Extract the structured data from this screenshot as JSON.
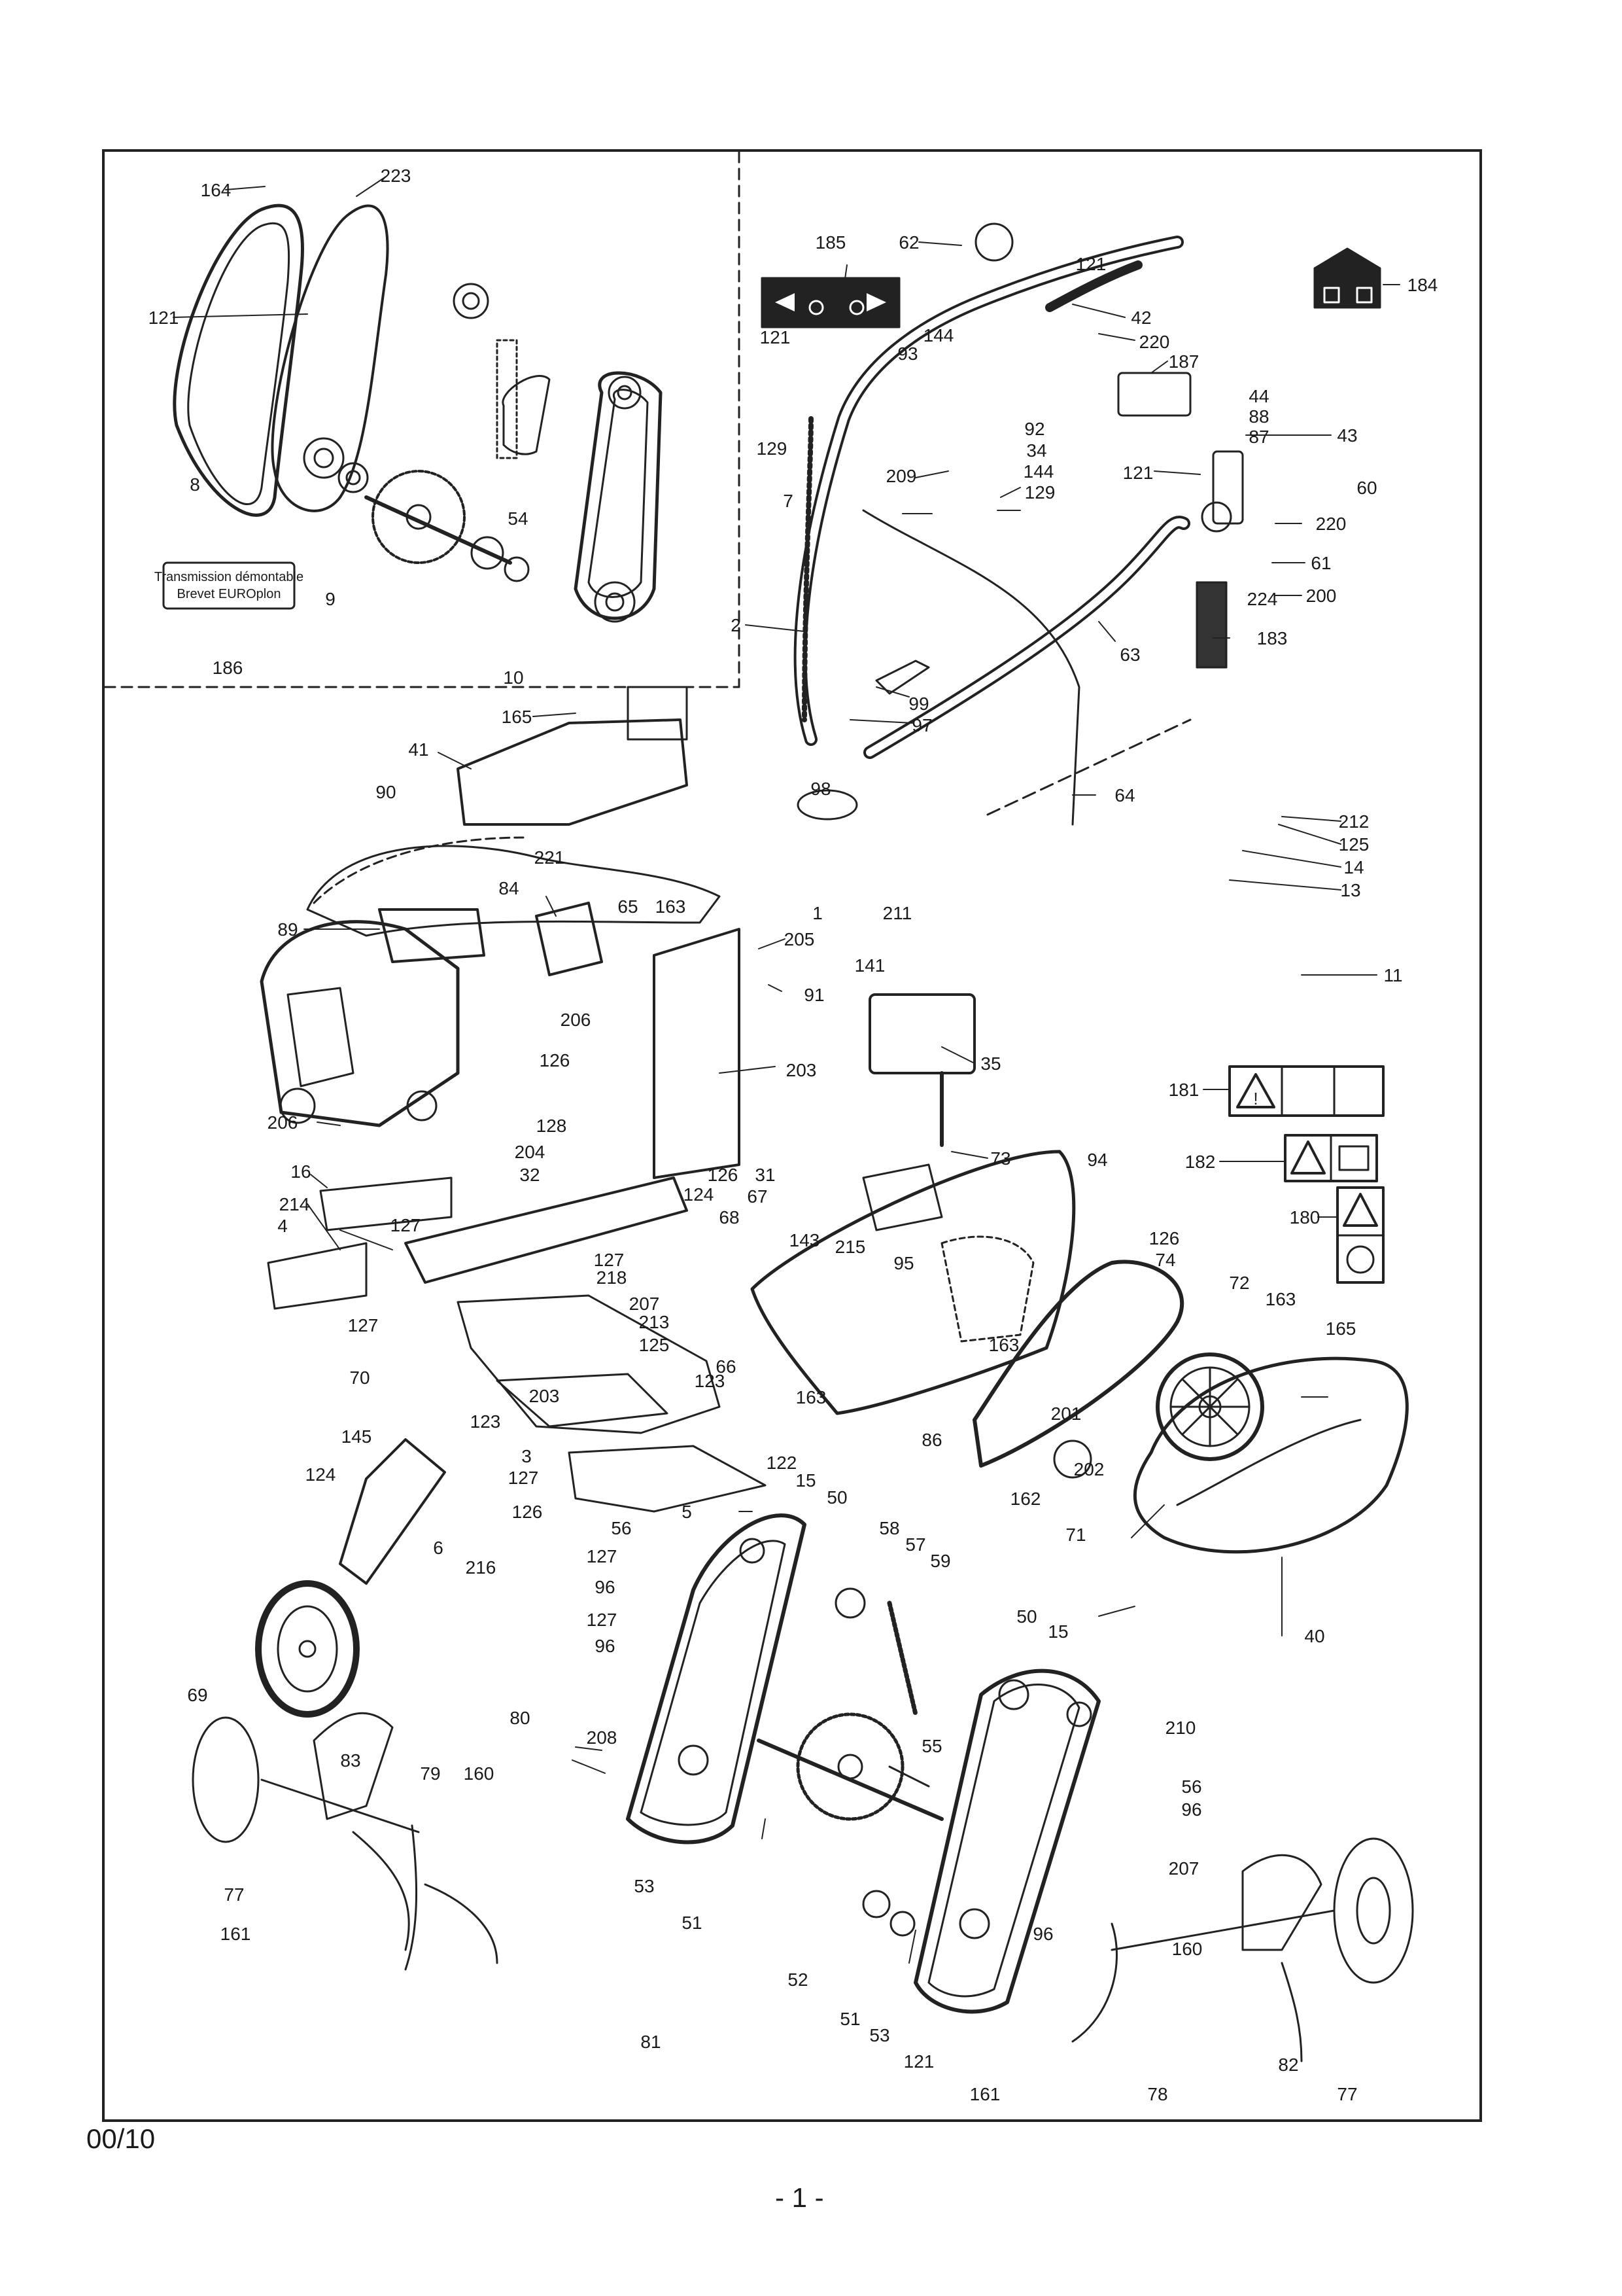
{
  "revision": "00/10",
  "page_number": "- 1 -",
  "inset_label_text": [
    "Transmission démontable",
    "Brevet EUROplon"
  ],
  "warning_icons": [
    "warning-triangle-icon",
    "operator-manual-icon",
    "rotating-blades-icon"
  ],
  "callouts": [
    {
      "id": "c164",
      "text": "164"
    },
    {
      "id": "c223",
      "text": "223"
    },
    {
      "id": "c121a",
      "text": "121"
    },
    {
      "id": "c8",
      "text": "8"
    },
    {
      "id": "c9",
      "text": "9"
    },
    {
      "id": "c186",
      "text": "186"
    },
    {
      "id": "c54",
      "text": "54"
    },
    {
      "id": "c10",
      "text": "10"
    },
    {
      "id": "c185",
      "text": "185"
    },
    {
      "id": "c62",
      "text": "62"
    },
    {
      "id": "c121b",
      "text": "121"
    },
    {
      "id": "c184",
      "text": "184"
    },
    {
      "id": "c42",
      "text": "42"
    },
    {
      "id": "c220a",
      "text": "220"
    },
    {
      "id": "c187",
      "text": "187"
    },
    {
      "id": "c121c",
      "text": "121"
    },
    {
      "id": "c93",
      "text": "93"
    },
    {
      "id": "c144a",
      "text": "144"
    },
    {
      "id": "c129a",
      "text": "129"
    },
    {
      "id": "c92",
      "text": "92"
    },
    {
      "id": "c34",
      "text": "34"
    },
    {
      "id": "c209",
      "text": "209"
    },
    {
      "id": "c144b",
      "text": "144"
    },
    {
      "id": "c129b",
      "text": "129"
    },
    {
      "id": "c7",
      "text": "7"
    },
    {
      "id": "c44",
      "text": "44"
    },
    {
      "id": "c88",
      "text": "88"
    },
    {
      "id": "c87",
      "text": "87"
    },
    {
      "id": "c43",
      "text": "43"
    },
    {
      "id": "c121d",
      "text": "121"
    },
    {
      "id": "c60",
      "text": "60"
    },
    {
      "id": "c220b",
      "text": "220"
    },
    {
      "id": "c61",
      "text": "61"
    },
    {
      "id": "c224",
      "text": "224"
    },
    {
      "id": "c200",
      "text": "200"
    },
    {
      "id": "c183",
      "text": "183"
    },
    {
      "id": "c2",
      "text": "2"
    },
    {
      "id": "c63",
      "text": "63"
    },
    {
      "id": "c99",
      "text": "99"
    },
    {
      "id": "c97",
      "text": "97"
    },
    {
      "id": "c165a",
      "text": "165"
    },
    {
      "id": "c41",
      "text": "41"
    },
    {
      "id": "c98",
      "text": "98"
    },
    {
      "id": "c64",
      "text": "64"
    },
    {
      "id": "c90",
      "text": "90"
    },
    {
      "id": "c212",
      "text": "212"
    },
    {
      "id": "c125a",
      "text": "125"
    },
    {
      "id": "c14",
      "text": "14"
    },
    {
      "id": "c13",
      "text": "13"
    },
    {
      "id": "c221",
      "text": "221"
    },
    {
      "id": "c84",
      "text": "84"
    },
    {
      "id": "c1",
      "text": "1"
    },
    {
      "id": "c89",
      "text": "89"
    },
    {
      "id": "c65",
      "text": "65"
    },
    {
      "id": "c163a",
      "text": "163"
    },
    {
      "id": "c205",
      "text": "205"
    },
    {
      "id": "c211",
      "text": "211"
    },
    {
      "id": "c141",
      "text": "141"
    },
    {
      "id": "c91",
      "text": "91"
    },
    {
      "id": "c11",
      "text": "11"
    },
    {
      "id": "c206a",
      "text": "206"
    },
    {
      "id": "c126a",
      "text": "126"
    },
    {
      "id": "c203a",
      "text": "203"
    },
    {
      "id": "c35",
      "text": "35"
    },
    {
      "id": "c181",
      "text": "181"
    },
    {
      "id": "c206b",
      "text": "206"
    },
    {
      "id": "c128",
      "text": "128"
    },
    {
      "id": "c73",
      "text": "73"
    },
    {
      "id": "c182",
      "text": "182"
    },
    {
      "id": "c16",
      "text": "16"
    },
    {
      "id": "c204",
      "text": "204"
    },
    {
      "id": "c32",
      "text": "32"
    },
    {
      "id": "c126b",
      "text": "126"
    },
    {
      "id": "c31",
      "text": "31"
    },
    {
      "id": "c94",
      "text": "94"
    },
    {
      "id": "c214",
      "text": "214"
    },
    {
      "id": "c124a",
      "text": "124"
    },
    {
      "id": "c67",
      "text": "67"
    },
    {
      "id": "c180",
      "text": "180"
    },
    {
      "id": "c4",
      "text": "4"
    },
    {
      "id": "c127a",
      "text": "127"
    },
    {
      "id": "c68",
      "text": "68"
    },
    {
      "id": "c215",
      "text": "215"
    },
    {
      "id": "c126c",
      "text": "126"
    },
    {
      "id": "c74",
      "text": "74"
    },
    {
      "id": "c127b",
      "text": "127"
    },
    {
      "id": "c143",
      "text": "143"
    },
    {
      "id": "c95",
      "text": "95"
    },
    {
      "id": "c218",
      "text": "218"
    },
    {
      "id": "c72",
      "text": "72"
    },
    {
      "id": "c163b",
      "text": "163"
    },
    {
      "id": "c207a",
      "text": "207"
    },
    {
      "id": "c165b",
      "text": "165"
    },
    {
      "id": "c213",
      "text": "213"
    },
    {
      "id": "c125b",
      "text": "125"
    },
    {
      "id": "c127c",
      "text": "127"
    },
    {
      "id": "c163c",
      "text": "163"
    },
    {
      "id": "c66",
      "text": "66"
    },
    {
      "id": "c123a",
      "text": "123"
    },
    {
      "id": "c70",
      "text": "70"
    },
    {
      "id": "c163d",
      "text": "163"
    },
    {
      "id": "c201",
      "text": "201"
    },
    {
      "id": "c123b",
      "text": "123"
    },
    {
      "id": "c203b",
      "text": "203"
    },
    {
      "id": "c145",
      "text": "145"
    },
    {
      "id": "c86",
      "text": "86"
    },
    {
      "id": "c3",
      "text": "3"
    },
    {
      "id": "c162",
      "text": "162"
    },
    {
      "id": "c202",
      "text": "202"
    },
    {
      "id": "c127d",
      "text": "127"
    },
    {
      "id": "c122",
      "text": "122"
    },
    {
      "id": "c124b",
      "text": "124"
    },
    {
      "id": "c71",
      "text": "71"
    },
    {
      "id": "c15a",
      "text": "15"
    },
    {
      "id": "c126d",
      "text": "126"
    },
    {
      "id": "c5",
      "text": "5"
    },
    {
      "id": "c50a",
      "text": "50"
    },
    {
      "id": "c56a",
      "text": "56"
    },
    {
      "id": "c58",
      "text": "58"
    },
    {
      "id": "c57",
      "text": "57"
    },
    {
      "id": "c6",
      "text": "6"
    },
    {
      "id": "c127e",
      "text": "127"
    },
    {
      "id": "c59",
      "text": "59"
    },
    {
      "id": "c216",
      "text": "216"
    },
    {
      "id": "c96a",
      "text": "96"
    },
    {
      "id": "c40",
      "text": "40"
    },
    {
      "id": "c127f",
      "text": "127"
    },
    {
      "id": "c50b",
      "text": "50"
    },
    {
      "id": "c15b",
      "text": "15"
    },
    {
      "id": "c96b",
      "text": "96"
    },
    {
      "id": "c69",
      "text": "69"
    },
    {
      "id": "c210",
      "text": "210"
    },
    {
      "id": "c80",
      "text": "80"
    },
    {
      "id": "c55",
      "text": "55"
    },
    {
      "id": "c208",
      "text": "208"
    },
    {
      "id": "c83",
      "text": "83"
    },
    {
      "id": "c79",
      "text": "79"
    },
    {
      "id": "c160a",
      "text": "160"
    },
    {
      "id": "c56b",
      "text": "56"
    },
    {
      "id": "c96c",
      "text": "96"
    },
    {
      "id": "c207b",
      "text": "207"
    },
    {
      "id": "c77a",
      "text": "77"
    },
    {
      "id": "c53a",
      "text": "53"
    },
    {
      "id": "c161a",
      "text": "161"
    },
    {
      "id": "c51a",
      "text": "51"
    },
    {
      "id": "c96d",
      "text": "96"
    },
    {
      "id": "c160b",
      "text": "160"
    },
    {
      "id": "c52",
      "text": "52"
    },
    {
      "id": "c51b",
      "text": "51"
    },
    {
      "id": "c53b",
      "text": "53"
    },
    {
      "id": "c82",
      "text": "82"
    },
    {
      "id": "c77b",
      "text": "77"
    },
    {
      "id": "c121e",
      "text": "121"
    },
    {
      "id": "c81",
      "text": "81"
    },
    {
      "id": "c161b",
      "text": "161"
    },
    {
      "id": "c78",
      "text": "78"
    }
  ]
}
